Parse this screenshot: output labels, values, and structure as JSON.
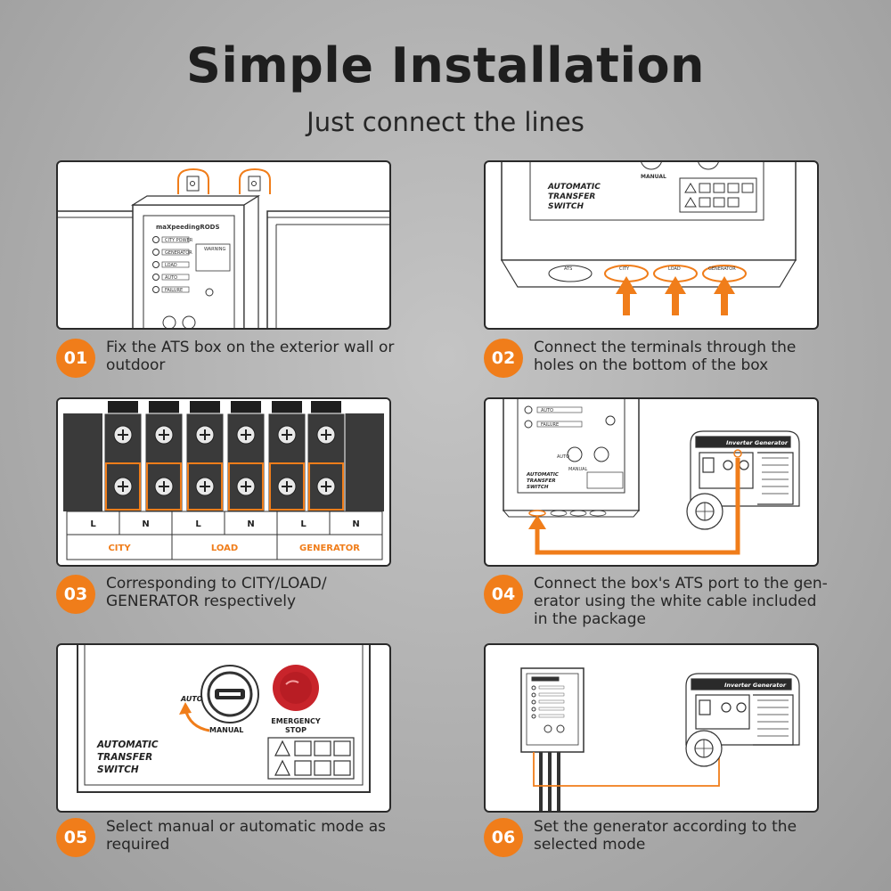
{
  "header": {
    "title": "Simple Installation",
    "subtitle": "Just connect the lines"
  },
  "colors": {
    "accent": "#f07d1a",
    "outline": "#2a2a2a",
    "background": "#b0b0b0"
  },
  "steps": [
    {
      "num": "01",
      "text": "Fix the ATS box on the exterior wall or outdoor"
    },
    {
      "num": "02",
      "text": "Connect the terminals through the holes on the bottom of the box"
    },
    {
      "num": "03",
      "text": "Corresponding to CITY/LOAD/ GENERATOR respectively"
    },
    {
      "num": "04",
      "text": "Connect the box's ATS port to the gen- erator using the white cable included in the package"
    },
    {
      "num": "05",
      "text": "Select manual or automatic mode as required"
    },
    {
      "num": "06",
      "text": "Set the generator according to the selected mode"
    }
  ],
  "panel1": {
    "brand": "maXpeedingRODS",
    "labels": [
      "CITY POWER",
      "GENERATOR",
      "LOAD",
      "AUTO",
      "FAILURE"
    ],
    "warning": "WARNING"
  },
  "panel2": {
    "manual": "MANUAL",
    "box_label": [
      "AUTOMATIC",
      "TRANSFER",
      "SWITCH"
    ],
    "ports": [
      "ATS",
      "CITY",
      "LOAD",
      "GENERATOR"
    ]
  },
  "panel3": {
    "terminals": [
      "L",
      "N",
      "L",
      "N",
      "L",
      "N"
    ],
    "groups": [
      "CITY",
      "LOAD",
      "GENERATOR"
    ]
  },
  "panel4": {
    "labels": [
      "AUTO",
      "FAILURE"
    ],
    "auto": "AUTO",
    "manual": "MANUAL",
    "box_label": [
      "AUTOMATIC",
      "TRANSFER",
      "SWITCH"
    ],
    "generator": "Inverter Generator"
  },
  "panel5": {
    "auto": "AUTO",
    "manual": "MANUAL",
    "emergency": [
      "EMERGENCY",
      "STOP"
    ],
    "box_label": [
      "AUTOMATIC",
      "TRANSFER",
      "SWITCH"
    ]
  },
  "panel6": {
    "generator": "Inverter Generator"
  }
}
